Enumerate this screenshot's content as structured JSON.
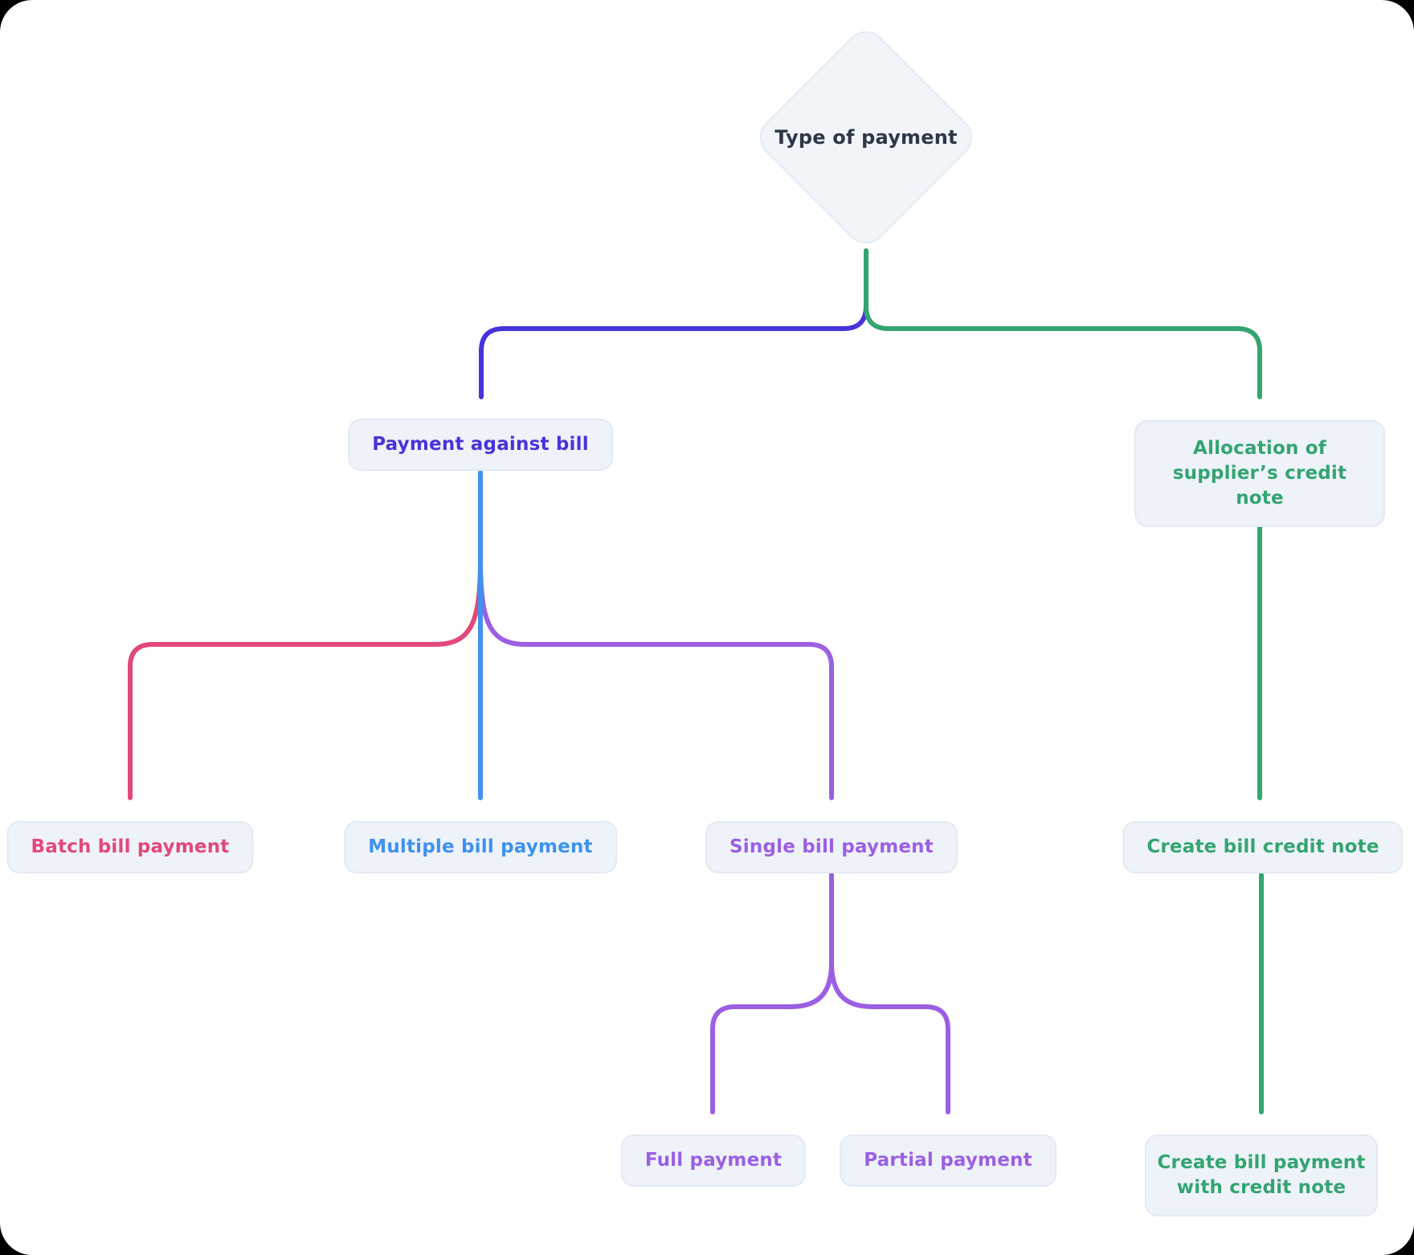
{
  "colors": {
    "outer_background": "#000000",
    "canvas_background": "#ffffff",
    "node_fill": "#eef2f9",
    "node_border": "#e3eaf4",
    "decision_fill": "#f1f5fa",
    "decision_text": "#2d3748",
    "indigo": "#4733d9",
    "green": "#34a471",
    "blue": "#3f92ef",
    "pink": "#e2487a",
    "purple": "#9c5fe3"
  },
  "diagram": {
    "decision": {
      "label": "Type of payment"
    },
    "nodes": {
      "payment_against_bill": {
        "label": "Payment against bill",
        "color": "#4733d9"
      },
      "allocation_credit_note": {
        "label": "Allocation of supplier’s credit note",
        "color": "#34a471"
      },
      "batch_bill_payment": {
        "label": "Batch bill payment",
        "color": "#e2487a"
      },
      "multiple_bill_payment": {
        "label": "Multiple bill payment",
        "color": "#3f92ef"
      },
      "single_bill_payment": {
        "label": "Single bill payment",
        "color": "#9c5fe3"
      },
      "full_payment": {
        "label": "Full payment",
        "color": "#9c5fe3"
      },
      "partial_payment": {
        "label": "Partial payment",
        "color": "#9c5fe3"
      },
      "create_bill_credit_note": {
        "label": "Create bill credit note",
        "color": "#34a471"
      },
      "create_bill_payment_with_credit_note": {
        "label": "Create bill payment with credit note",
        "color": "#34a471"
      }
    },
    "edges": [
      {
        "from": "type_of_payment",
        "to": "payment_against_bill",
        "color": "#4733d9"
      },
      {
        "from": "type_of_payment",
        "to": "allocation_credit_note",
        "color": "#34a471"
      },
      {
        "from": "payment_against_bill",
        "to": "batch_bill_payment",
        "color": "#e2487a"
      },
      {
        "from": "payment_against_bill",
        "to": "multiple_bill_payment",
        "color": "#3f92ef"
      },
      {
        "from": "payment_against_bill",
        "to": "single_bill_payment",
        "color": "#9c5fe3"
      },
      {
        "from": "single_bill_payment",
        "to": "full_payment",
        "color": "#9c5fe3"
      },
      {
        "from": "single_bill_payment",
        "to": "partial_payment",
        "color": "#9c5fe3"
      },
      {
        "from": "allocation_credit_note",
        "to": "create_bill_credit_note",
        "color": "#34a471"
      },
      {
        "from": "create_bill_credit_note",
        "to": "create_bill_payment_with_credit_note",
        "color": "#34a471"
      }
    ]
  }
}
